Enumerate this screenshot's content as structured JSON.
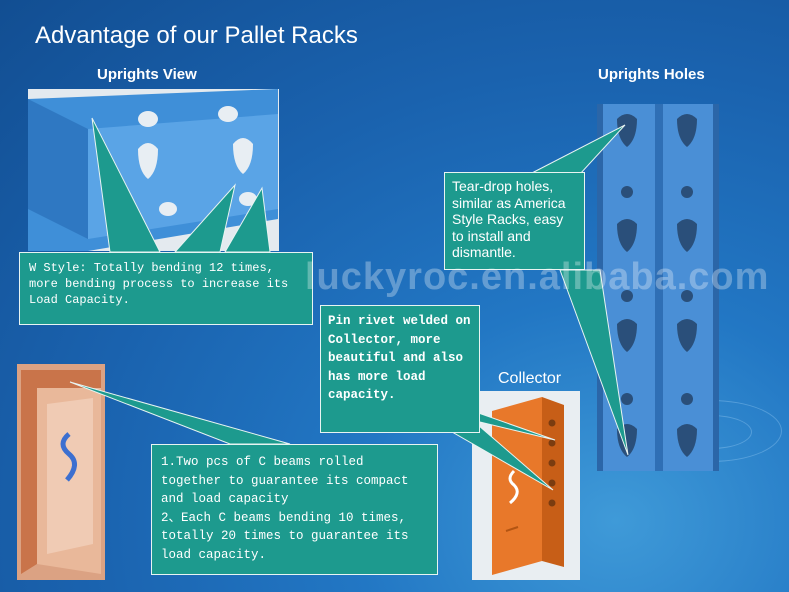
{
  "title": "Advantage of our Pallet Racks",
  "labels": {
    "uprights_view": "Uprights View",
    "uprights_holes": "Uprights Holes",
    "collector": "Collector"
  },
  "callouts": {
    "w_style": "W Style: Totally bending 12 times, more bending process to increase its Load Capacity.",
    "tear_drop": "Tear-drop holes, similar as America Style Racks, easy to install and dismantle.",
    "pin_rivet": "Pin rivet welded on Collector, more beautiful and also has more load capacity.",
    "c_beams_1": "1.Two pcs of C beams rolled together to guarantee its compact and load capacity",
    "c_beams_2": "2、Each C beams bending 10 times, totally 20 times to guarantee its load capacity."
  },
  "watermark": "luckyroc.en.alibaba.com",
  "colors": {
    "background": "#1a62ae",
    "callout": "#1d9a8e",
    "upright": "#4a8fd6",
    "collector": "#e8782a"
  }
}
